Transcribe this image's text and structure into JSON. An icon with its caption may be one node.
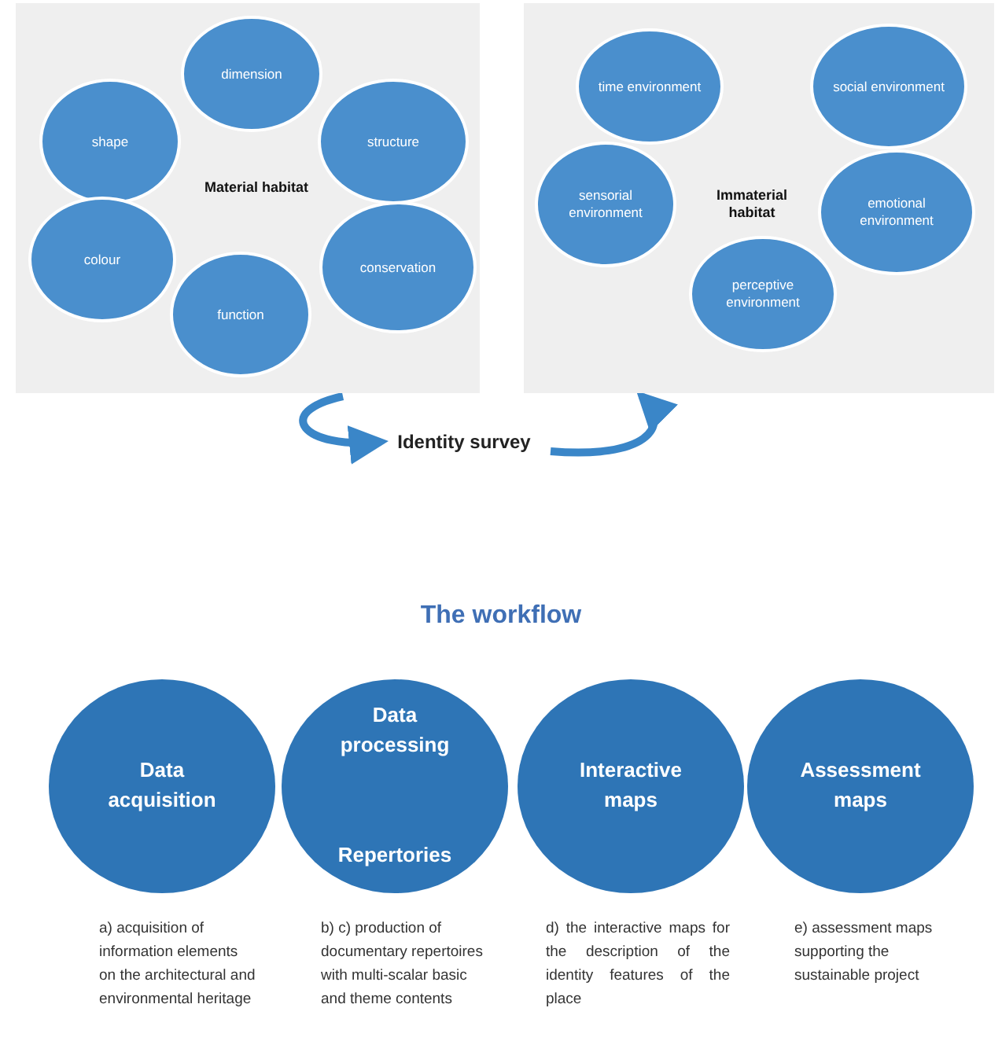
{
  "diagram": {
    "title": "The workflow",
    "nodes": [
      {
        "text": [
          "Material habitat"
        ]
      },
      {
        "text": [
          "dimension"
        ],
        "in": 0
      },
      {
        "text": [
          "shape"
        ],
        "in": 0
      },
      {
        "text": [
          "structure"
        ],
        "in": 0
      },
      {
        "text": [
          "colour"
        ],
        "in": 0
      },
      {
        "text": [
          "conservation"
        ],
        "in": 0
      },
      {
        "text": [
          "function"
        ],
        "in": 0
      },
      {
        "text": [
          "Immaterial habitat"
        ]
      },
      {
        "text": [
          "time environment"
        ],
        "in": 7
      },
      {
        "text": [
          "social environment"
        ],
        "in": 7
      },
      {
        "text": [
          "sensorial environment"
        ],
        "in": 7
      },
      {
        "text": [
          "emotional environment"
        ],
        "in": 7
      },
      {
        "text": [
          "perceptive environment"
        ],
        "in": 7
      },
      {
        "text": [
          "Identity survey"
        ]
      },
      {
        "text": [
          "Data acquisition"
        ],
        "beside": [
          "a) acquisition of information elements on the architectural and environmental heritage"
        ]
      },
      {
        "text": [
          "Data processing",
          "Repertories"
        ],
        "beside": [
          "b) c) production of documentary repertoires with multi-scalar basic and theme contents"
        ]
      },
      {
        "text": [
          "Interactive maps"
        ],
        "beside": [
          "d) the interactive maps for the description of the identity features of the place"
        ]
      },
      {
        "text": [
          "Assessment maps"
        ],
        "beside": [
          "e) assessment maps supporting the sustainable project"
        ]
      }
    ],
    "edges": [
      {
        "from": 0,
        "to": 13,
        "arrow": "to"
      },
      {
        "from": 13,
        "to": 7,
        "arrow": "to"
      }
    ]
  }
}
